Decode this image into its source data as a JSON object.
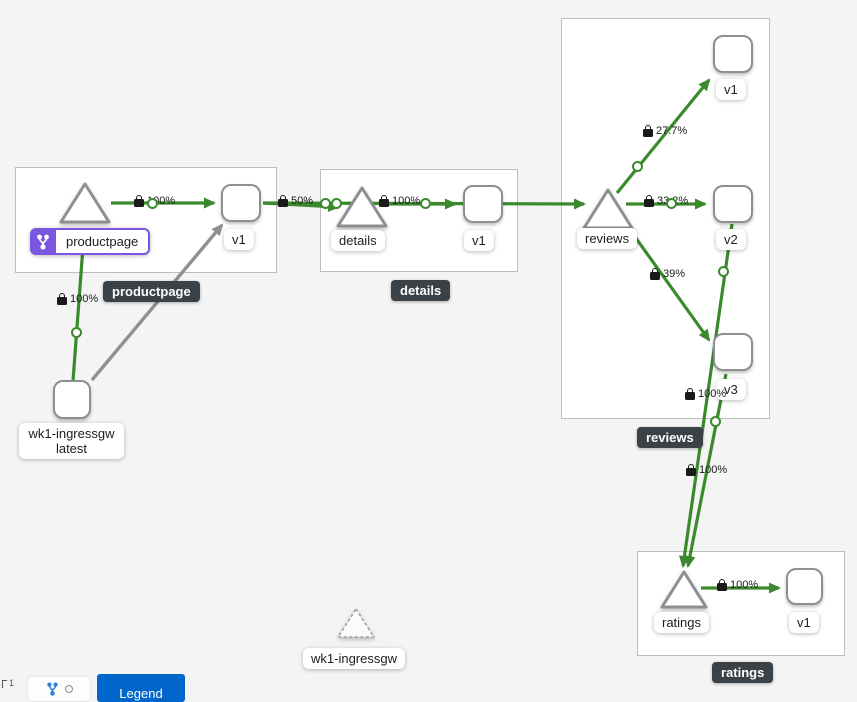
{
  "badges": {
    "productpage": "productpage",
    "details": "details",
    "reviews": "reviews",
    "ratings": "ratings"
  },
  "nodes": {
    "productpage_service_label": "productpage",
    "productpage_workload_label": "v1",
    "details_service_label": "details",
    "details_workload_label": "v1",
    "reviews_service_label": "reviews",
    "reviews_v1_label": "v1",
    "reviews_v2_label": "v2",
    "reviews_v3_label": "v3",
    "ratings_service_label": "ratings",
    "ratings_workload_label": "v1",
    "ingress_workload_line1": "wk1-ingressgw",
    "ingress_workload_line2": "latest",
    "idle_service_label": "wk1-ingressgw"
  },
  "edges": {
    "ingress_to_productpage": "100%",
    "productpage_to_v1": "100%",
    "productpage_to_details": "50%",
    "details_to_v1": "100%",
    "reviews_to_v1": "27.7%",
    "reviews_to_v2": "33.2%",
    "reviews_to_v3": "39%",
    "reviews_v2_to_ratings": "100%",
    "reviews_v3_to_ratings": "100%",
    "ratings_to_v1": "100%"
  },
  "colors": {
    "edge_green": "#3a8a2d",
    "edge_gray": "#8f9190",
    "badge_bg": "#3a4147",
    "vs_purple": "#7c55e0"
  },
  "footer": {
    "counter": "1",
    "legend_button": "Legend"
  }
}
